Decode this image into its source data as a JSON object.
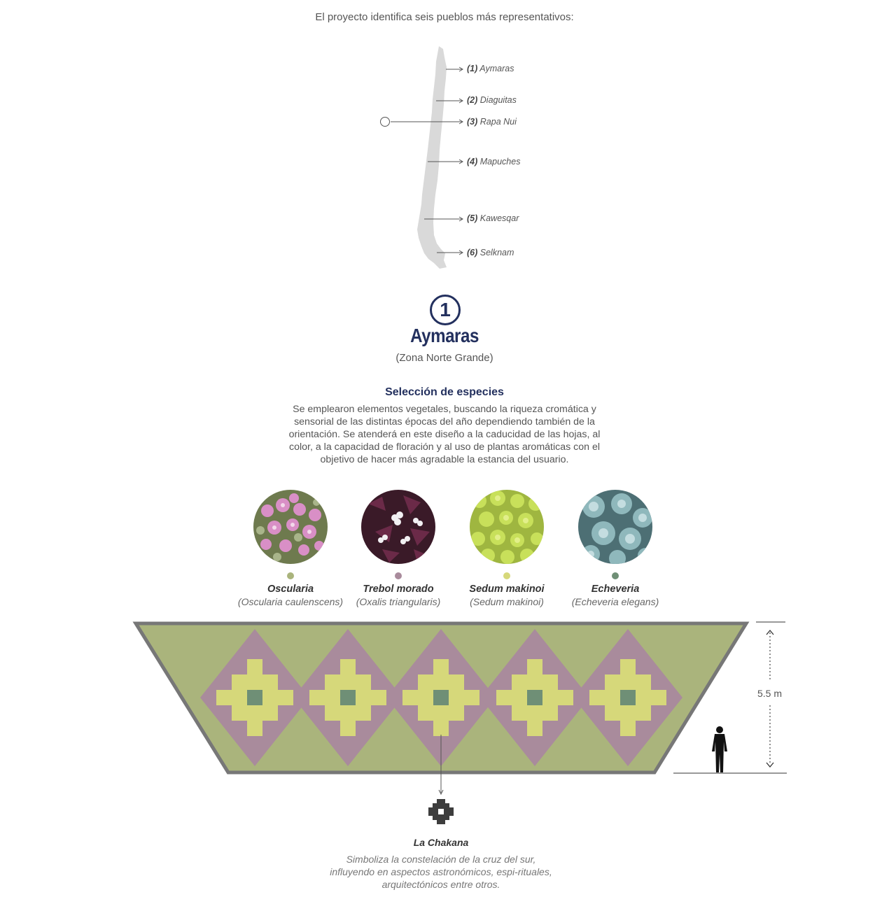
{
  "intro_text": "El proyecto identifica seis pueblos más representativos:",
  "map_labels": [
    {
      "num": "(1)",
      "name": "Aymaras"
    },
    {
      "num": "(2)",
      "name": "Diaguitas"
    },
    {
      "num": "(3)",
      "name": "Rapa Nui"
    },
    {
      "num": "(4)",
      "name": "Mapuches"
    },
    {
      "num": "(5)",
      "name": "Kawesqar"
    },
    {
      "num": "(6)",
      "name": "Selknam"
    }
  ],
  "badge_number": "1",
  "title": "Aymaras",
  "subtitle": "(Zona Norte Grande)",
  "section": {
    "title": "Selección de especies",
    "body": "Se emplearon elementos vegetales, buscando la riqueza cromática y sensorial de las distintas épocas del año dependiendo también de la orientación. Se atenderá en este diseño a la caducidad de las hojas, al color, a la capacidad de floración y al uso de plantas aromáticas con el objetivo de hacer más agradable la estancia del usuario."
  },
  "plants": [
    {
      "name": "Oscularia",
      "scientific": "(Oscularia caulenscens)",
      "color": "#aab47c"
    },
    {
      "name": "Trebol morado",
      "scientific": "(Oxalis triangularis)",
      "color": "#a98b9c"
    },
    {
      "name": "Sedum makinoi",
      "scientific": "(Sedum makinoi)",
      "color": "#d6d87a"
    },
    {
      "name": "Echeveria",
      "scientific": "(Echeveria elegans)",
      "color": "#6f8f76"
    }
  ],
  "dimension_label": "5.5 m",
  "chakana": {
    "title": "La Chakana",
    "body": "Simboliza la constelación de la cruz del sur, influyendo en aspectos astronómicos, espi-rituales, arquitectónicos entre otros."
  },
  "colors": {
    "olive": "#aab47c",
    "mauve": "#a98b9c",
    "yellow": "#d6d87a",
    "green": "#6f8f76",
    "navy": "#23305e",
    "map_gray": "#d9d9d9",
    "border_gray": "#777777"
  }
}
